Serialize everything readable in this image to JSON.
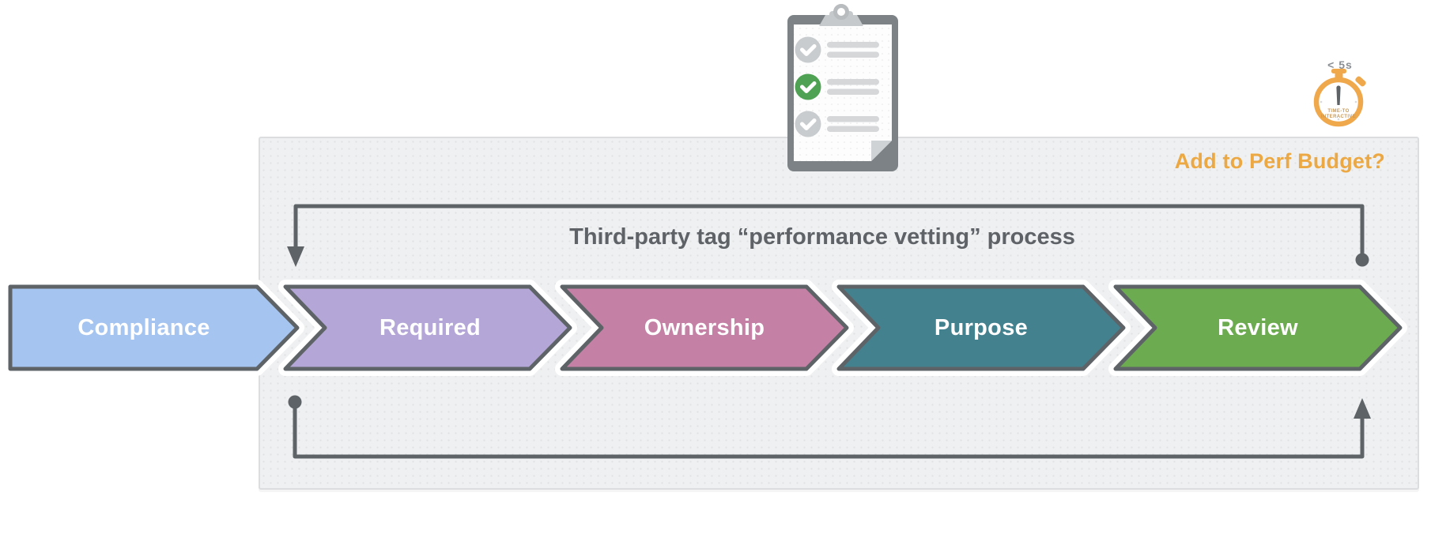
{
  "title": "Third-party tag “performance vetting” process",
  "perf_budget_label": "Add to Perf Budget?",
  "stopwatch": {
    "time_label": "< 5s",
    "caption_line1": "TIME-TO",
    "caption_line2": "INTERACTIVE"
  },
  "stages": [
    {
      "label": "Compliance",
      "color": "#A5C4F0"
    },
    {
      "label": "Required",
      "color": "#B4A7D7"
    },
    {
      "label": "Ownership",
      "color": "#C481A5"
    },
    {
      "label": "Purpose",
      "color": "#44818F"
    },
    {
      "label": "Review",
      "color": "#6DAB51"
    }
  ],
  "clipboard": {
    "checks": [
      "muted",
      "active",
      "muted"
    ]
  },
  "colors": {
    "stroke": "#5E6367",
    "title_text": "#5F6368",
    "perf_budget": "#ECA843",
    "stopwatch_ring": "#F0A84C",
    "check_active": "#4FA254",
    "check_muted": "#C9CCCE",
    "panel_bg": "#EFF0F1"
  }
}
